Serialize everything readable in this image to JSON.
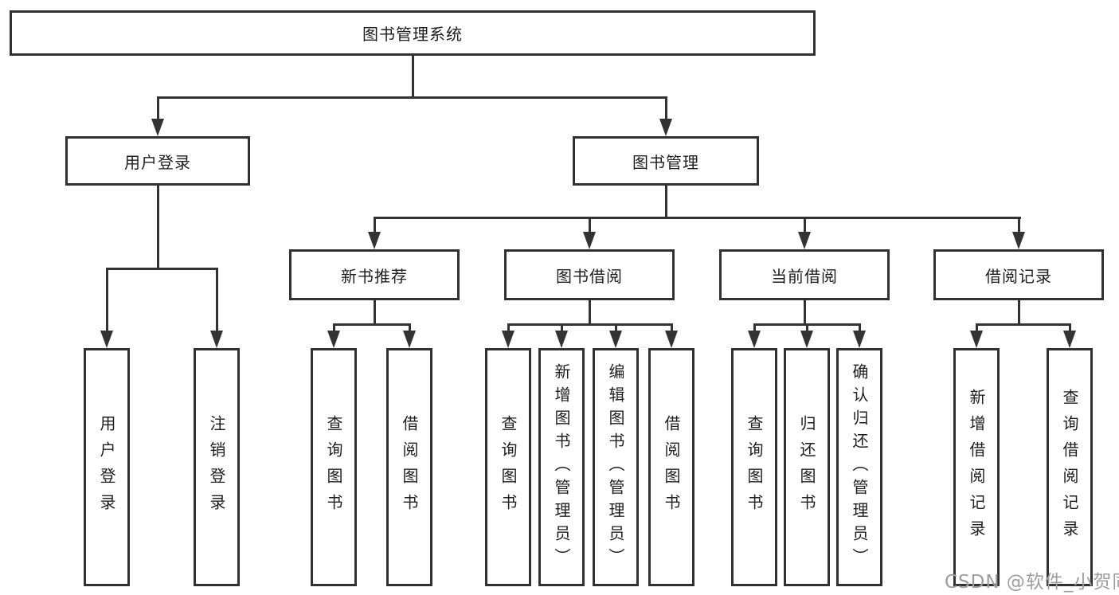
{
  "diagram": {
    "watermark": "CSDN @软件_小贺同学",
    "colors": {
      "background": "#ffffff",
      "box_border": "#313131",
      "connector_line": "#333333",
      "text": "#1e1e1e",
      "watermark_text": "#9d9d9d"
    },
    "tree": {
      "label": "图书管理系统",
      "children": [
        {
          "label": "用户登录",
          "children": [
            {
              "label": "用户登录"
            },
            {
              "label": "注销登录"
            }
          ]
        },
        {
          "label": "图书管理",
          "children": [
            {
              "label": "新书推荐",
              "children": [
                {
                  "label": "查询图书"
                },
                {
                  "label": "借阅图书"
                }
              ]
            },
            {
              "label": "图书借阅",
              "children": [
                {
                  "label": "查询图书"
                },
                {
                  "label": "新增图书（管理员）"
                },
                {
                  "label": "编辑图书（管理员）"
                },
                {
                  "label": "借阅图书"
                }
              ]
            },
            {
              "label": "当前借阅",
              "children": [
                {
                  "label": "查询图书"
                },
                {
                  "label": "归还图书"
                },
                {
                  "label": "确认归还（管理员）"
                }
              ]
            },
            {
              "label": "借阅记录",
              "children": [
                {
                  "label": "新增借阅记录"
                },
                {
                  "label": "查询借阅记录"
                }
              ]
            }
          ]
        }
      ]
    }
  }
}
